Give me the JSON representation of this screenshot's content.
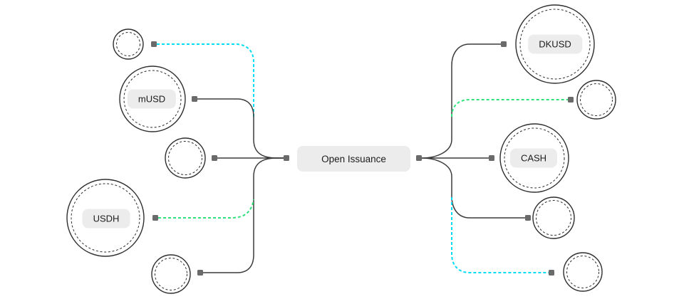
{
  "diagram": {
    "center_label": "Open Issuance",
    "nodes": {
      "left": [
        {
          "name": "coin-top-left",
          "label": "",
          "link_style": "dashed-cyan"
        },
        {
          "name": "coin-musd",
          "label": "mUSD",
          "link_style": "solid-dark"
        },
        {
          "name": "coin-mid-left",
          "label": "",
          "link_style": "solid-dark"
        },
        {
          "name": "coin-usdh",
          "label": "USDH",
          "link_style": "dashed-green"
        },
        {
          "name": "coin-bottom-left",
          "label": "",
          "link_style": "solid-dark"
        }
      ],
      "right": [
        {
          "name": "coin-dkusd",
          "label": "DKUSD",
          "link_style": "solid-dark"
        },
        {
          "name": "coin-right-small-upper",
          "label": "",
          "link_style": "dashed-green"
        },
        {
          "name": "coin-cash",
          "label": "CASH",
          "link_style": "solid-dark"
        },
        {
          "name": "coin-right-small-lower",
          "label": "",
          "link_style": "solid-dark"
        },
        {
          "name": "coin-bottom-right",
          "label": "",
          "link_style": "dashed-cyan"
        }
      ]
    },
    "colors": {
      "line_dark": "#3c3c3c",
      "line_cyan": "#00dcf5",
      "line_green": "#30e27d",
      "connector_square": "#6a6a6a",
      "node_border": "#2e2e2e",
      "pill_bg": "#ececec",
      "text": "#1c1c1c",
      "background": "#ffffff"
    }
  }
}
